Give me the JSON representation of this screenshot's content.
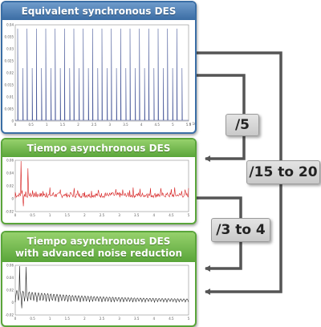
{
  "panels": {
    "sync": {
      "title": "Equivalent synchronous DES"
    },
    "async": {
      "title": "Tiempo asynchronous DES"
    },
    "noise": {
      "title_line1": "Tiempo asynchronous DES",
      "title_line2": "with advanced noise reduction"
    }
  },
  "ratios": {
    "div5": "/5",
    "div15to20": "/15 to 20",
    "div3to4": "/3 to 4"
  },
  "colors": {
    "blue_header": "#3b6da4",
    "green_header": "#5aa53a",
    "arrow": "#555555",
    "sync_trace": "#4a5a9a",
    "async_trace": "#d62020",
    "noise_trace": "#202020"
  },
  "sync_plot": {
    "x_ticks": [
      "0",
      "0.5",
      "1",
      "1.5",
      "2",
      "2.5",
      "3",
      "3.5",
      "4",
      "4.5",
      "5",
      "5.5"
    ],
    "x_exponent": "x 10⁵",
    "y_ticks": [
      "0.04",
      "0.035",
      "0.03",
      "0.025",
      "0.02",
      "0.015",
      "0.01",
      "0.005",
      "0"
    ]
  },
  "async_plot": {
    "x_ticks": [
      "0",
      "0.5",
      "1",
      "1.5",
      "2",
      "2.5",
      "3",
      "3.5",
      "4",
      "4.5",
      "5"
    ],
    "y_ticks": [
      "0.06",
      "0.04",
      "0.02",
      "0",
      "-0.02"
    ]
  },
  "noise_plot": {
    "x_ticks": [
      "0",
      "0.5",
      "1",
      "1.5",
      "2",
      "2.5",
      "3",
      "3.5",
      "4",
      "4.5",
      "5"
    ],
    "y_ticks": [
      "0.06",
      "0.04",
      "0.02",
      "0",
      "-0.02"
    ]
  }
}
